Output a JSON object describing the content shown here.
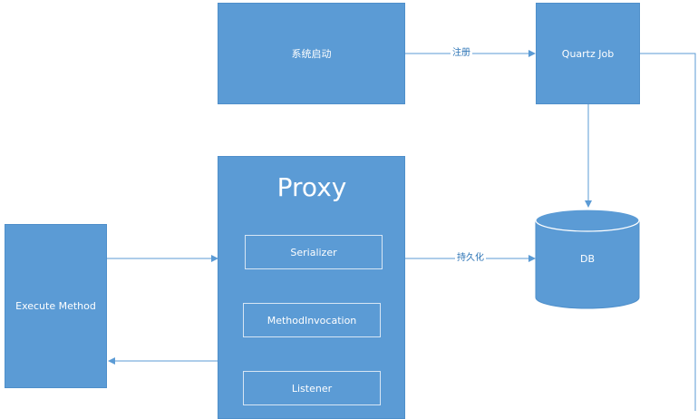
{
  "nodes": {
    "startup": "系统启动",
    "quartz_job": "Quartz Job",
    "proxy": "Proxy",
    "serializer": "Serializer",
    "method_invocation": "MethodInvocation",
    "listener": "Listener",
    "execute_method": "Execute Method",
    "db": "DB"
  },
  "edges": {
    "register": "注册",
    "persist": "持久化"
  },
  "colors": {
    "node_fill": "#5b9bd5",
    "line": "#5b9bd5",
    "label_text": "#2e75b6"
  }
}
